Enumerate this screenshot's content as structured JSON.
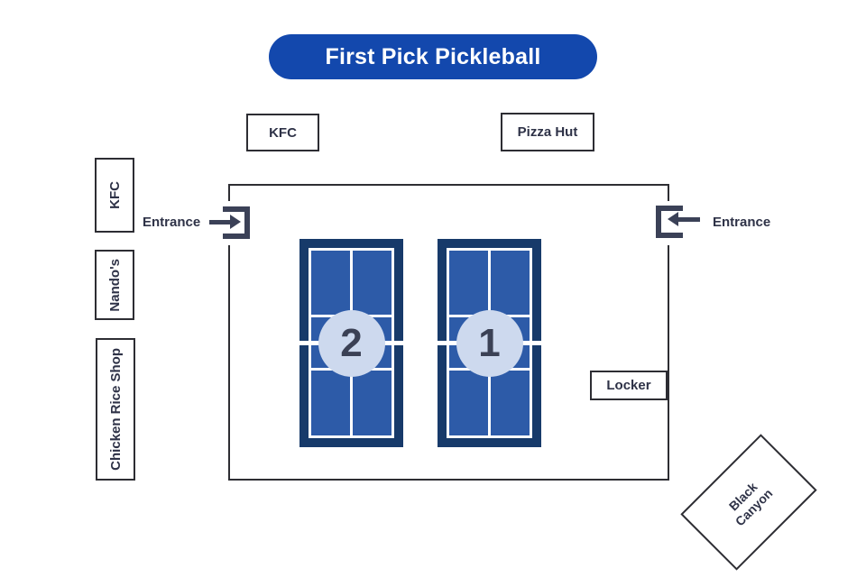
{
  "title": {
    "label": "First Pick Pickleball"
  },
  "outside_top": {
    "kfc": "KFC",
    "pizza_hut": "Pizza Hut"
  },
  "outside_left": {
    "kfc": "KFC",
    "nandos": "Nando's",
    "chicken_rice_shop": "Chicken Rice Shop"
  },
  "entrances": {
    "left": "Entrance",
    "right": "Entrance"
  },
  "facility": {
    "locker": "Locker",
    "courts": [
      {
        "number": "2"
      },
      {
        "number": "1"
      }
    ]
  },
  "outside_bottom": {
    "black_canyon": {
      "line1": "Black",
      "line2": "Canyon"
    }
  },
  "colors": {
    "accent": "#1348ad",
    "ink": "#2e3247",
    "wall": "#2e2e33",
    "boxborder": "#2d2d33",
    "bracket": "#3b4157",
    "court-frame": "#173a6a",
    "court-fill": "#2d5ba8",
    "circle": "#cdd9ee",
    "number-ink": "#3b4155",
    "bg": "#ffffff"
  }
}
